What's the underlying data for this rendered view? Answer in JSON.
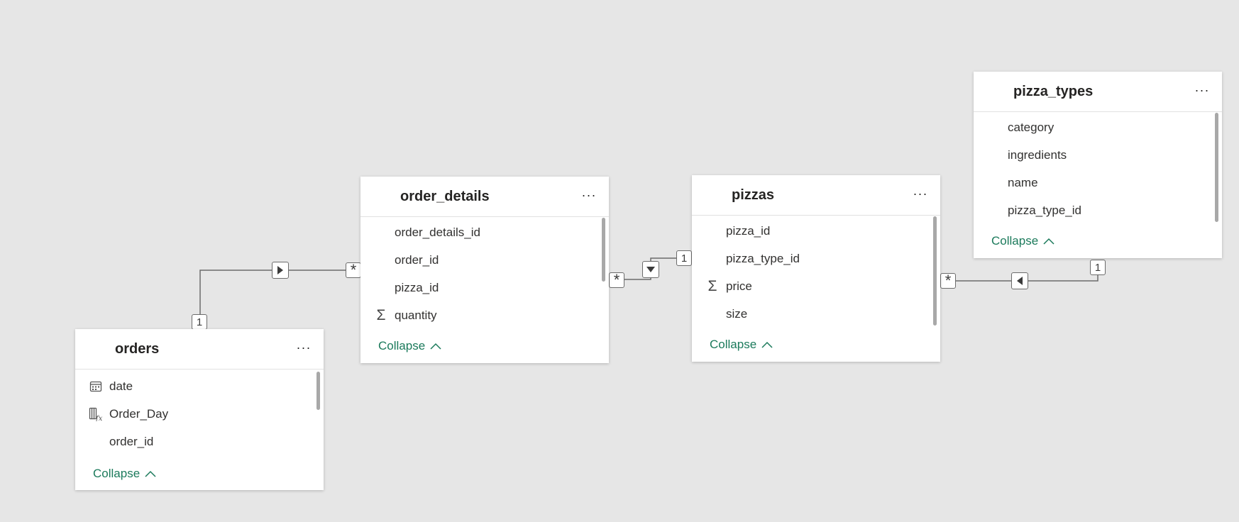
{
  "tables": {
    "orders": {
      "title": "orders",
      "fields": [
        "date",
        "Order_Day",
        "order_id"
      ],
      "collapse_label": "Collapse"
    },
    "order_details": {
      "title": "order_details",
      "fields": [
        "order_details_id",
        "order_id",
        "pizza_id",
        "quantity"
      ],
      "collapse_label": "Collapse"
    },
    "pizzas": {
      "title": "pizzas",
      "fields": [
        "pizza_id",
        "pizza_type_id",
        "price",
        "size"
      ],
      "collapse_label": "Collapse"
    },
    "pizza_types": {
      "title": "pizza_types",
      "fields": [
        "category",
        "ingredients",
        "name",
        "pizza_type_id"
      ],
      "collapse_label": "Collapse"
    }
  },
  "more_glyph": "···",
  "relationships": {
    "orders_to_order_details": {
      "one": "1",
      "many": "*",
      "direction": "single"
    },
    "pizzas_to_order_details": {
      "one": "1",
      "many": "*",
      "direction": "single"
    },
    "pizza_types_to_pizzas": {
      "one": "1",
      "many": "*",
      "direction": "single"
    }
  },
  "icons": {
    "date": "calendar-icon",
    "Order_Day": "calculated-column-icon",
    "quantity": "sigma-icon",
    "price": "sigma-icon"
  },
  "colors": {
    "canvas": "#e6e6e6",
    "collapse": "#1b7a5b",
    "line": "#6b6b6b"
  }
}
